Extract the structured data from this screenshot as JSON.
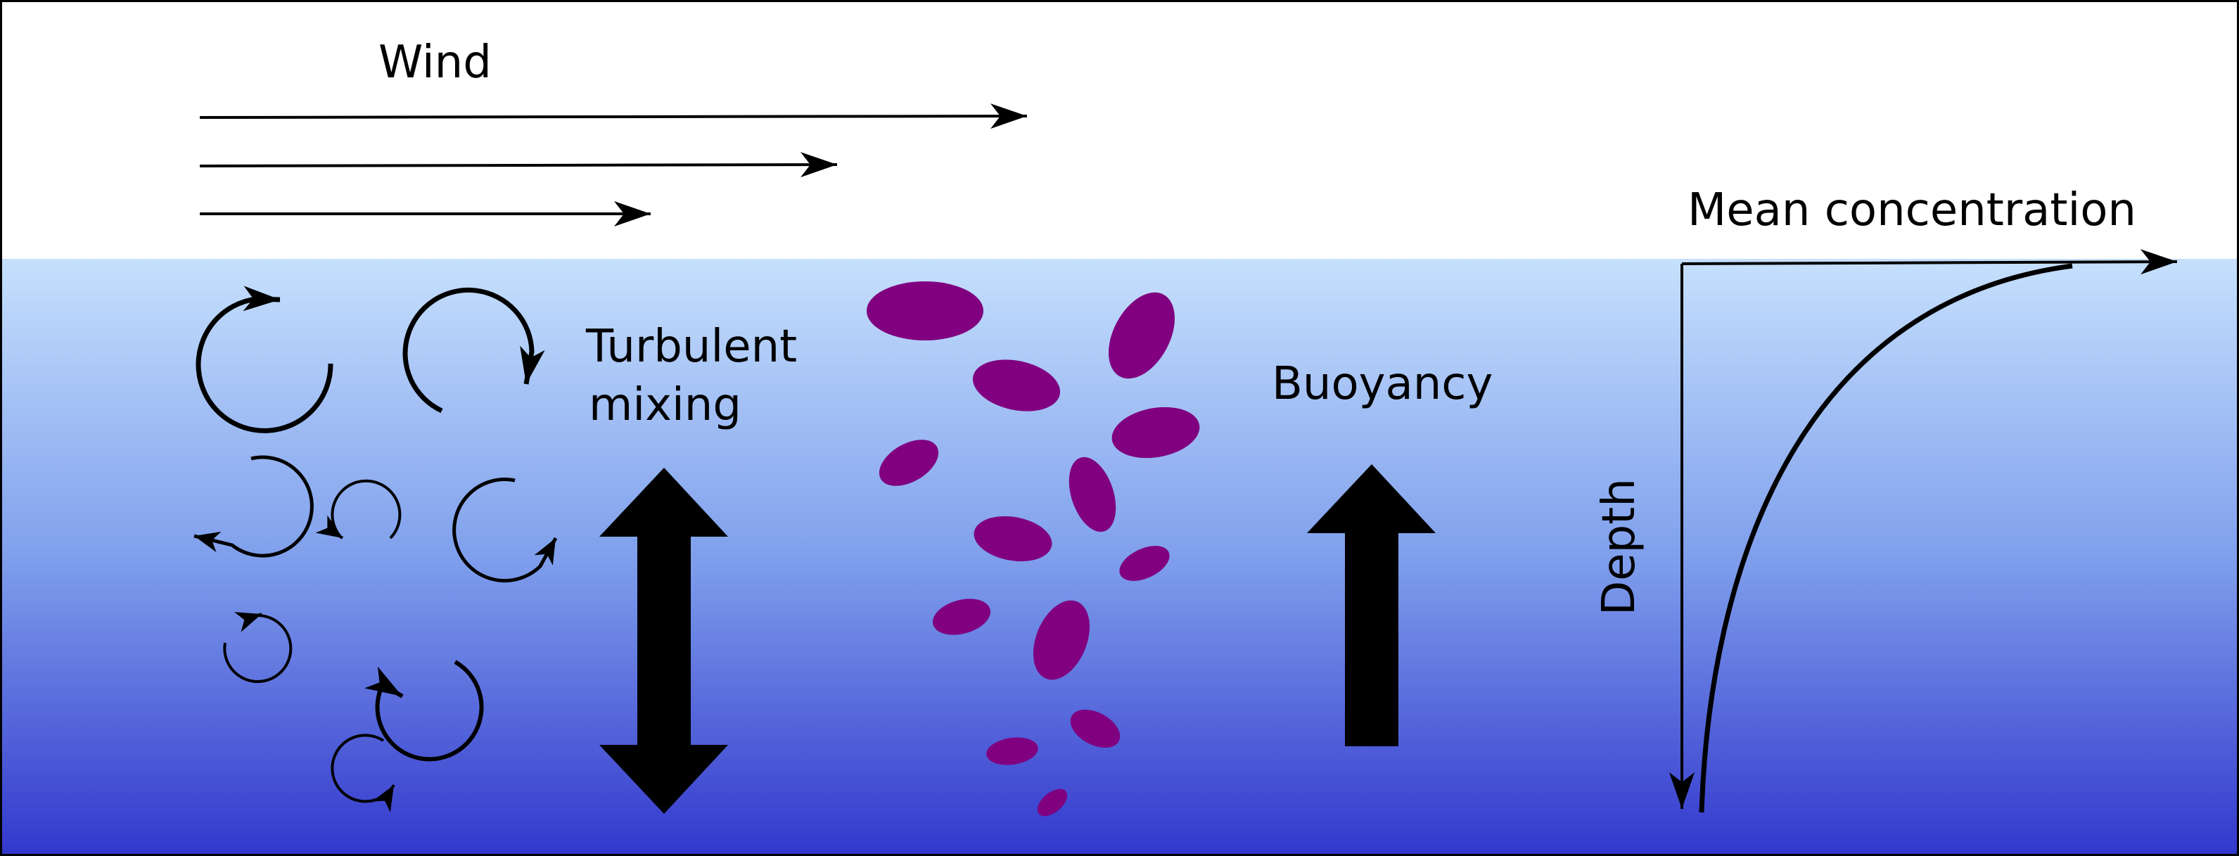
{
  "labels": {
    "wind": "Wind",
    "turbulent_line1": "Turbulent",
    "turbulent_line2": "mixing",
    "buoyancy": "Buoyancy",
    "mean_concentration": "Mean concentration",
    "depth": "Depth"
  },
  "colors": {
    "sky": "#ffffff",
    "water_top": "#c6e0fd",
    "water_bottom": "#3237cc",
    "particle": "#800080",
    "ink": "#000000"
  },
  "icons": [
    "wind-arrow",
    "eddy-arrow",
    "double-arrow",
    "up-arrow",
    "particle-ellipse",
    "concentration-curve"
  ]
}
